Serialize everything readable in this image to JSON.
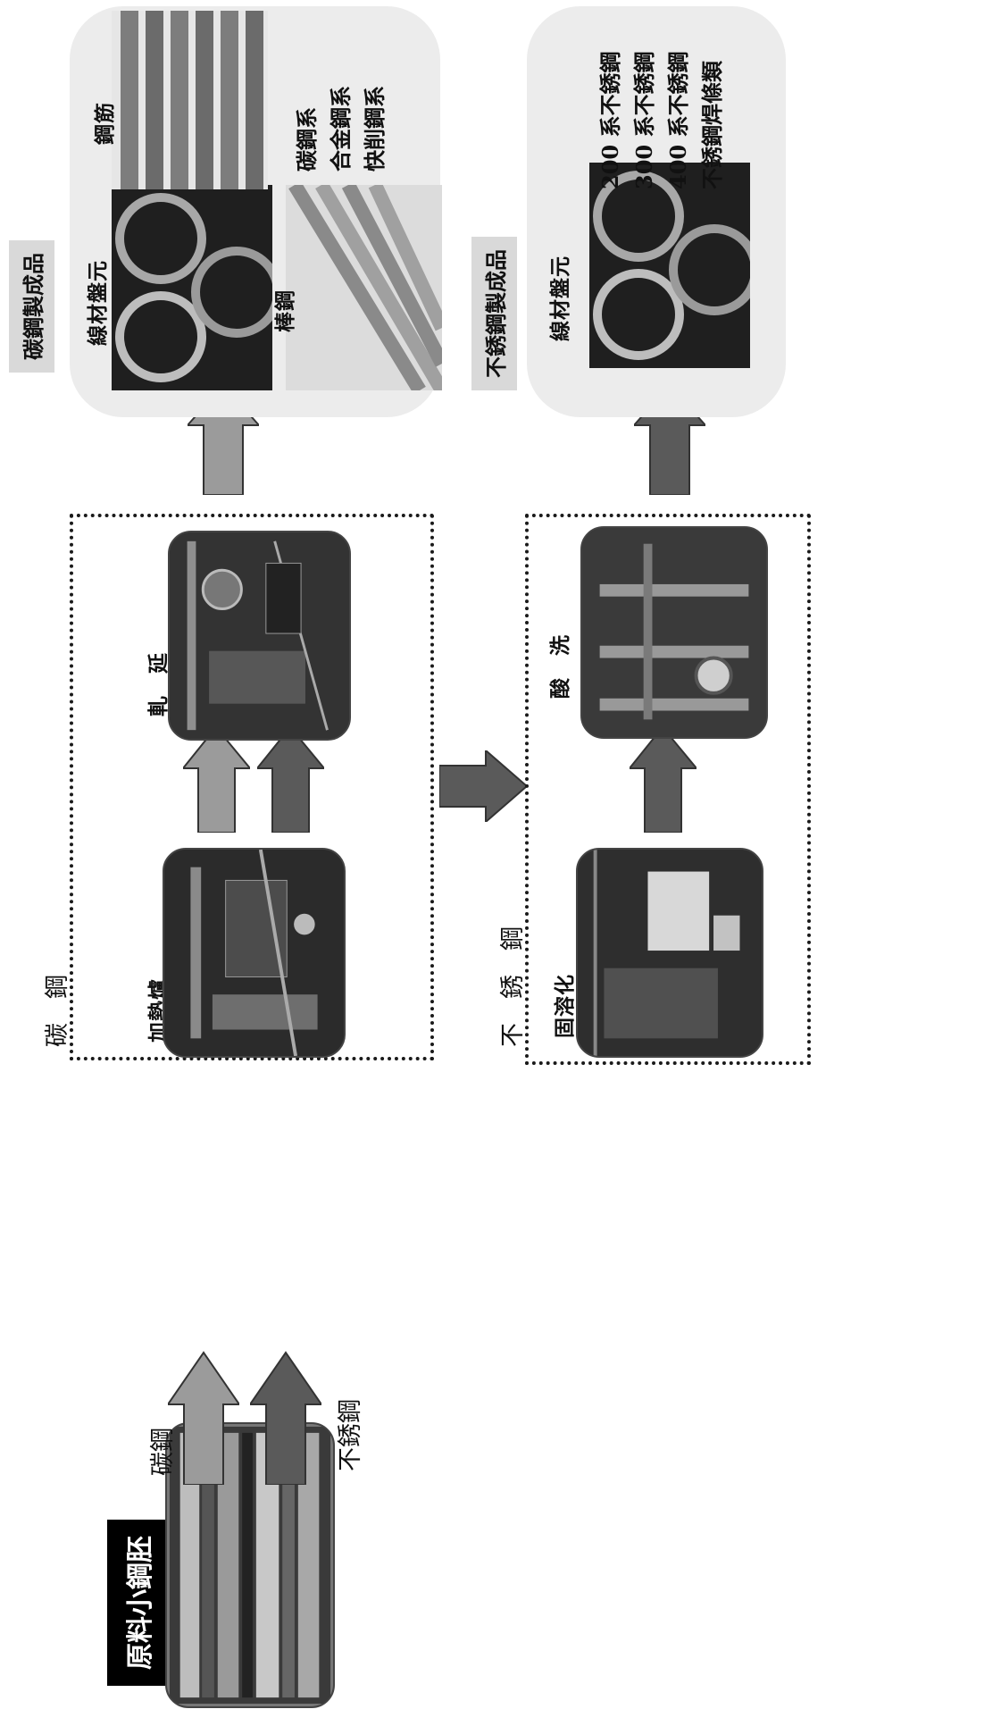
{
  "raw_material": {
    "label": "原料小鋼胚",
    "photo_icon": "steel-billets-photo"
  },
  "input_arrows": {
    "carbon_label": "碳鋼",
    "stainless_label": "不銹鋼"
  },
  "carbon_process": {
    "title": "碳　鋼",
    "steps": [
      {
        "label": "加熱爐",
        "photo_icon": "furnace-photo"
      },
      {
        "label": "軋　延",
        "photo_icon": "rolling-mill-photo"
      }
    ]
  },
  "stainless_process": {
    "title": "不　銹　鋼",
    "steps": [
      {
        "label": "固溶化",
        "photo_icon": "solution-treatment-photo"
      },
      {
        "label": "酸　洗",
        "photo_icon": "pickling-photo"
      }
    ]
  },
  "carbon_products": {
    "heading": "碳鋼製成品",
    "items": [
      {
        "label": "線材盤元",
        "photo_icon": "wire-rod-coil-photo"
      },
      {
        "label": "鋼筋",
        "photo_icon": "rebar-photo"
      },
      {
        "label": "棒鋼",
        "photo_icon": "steel-bar-photo"
      }
    ],
    "grades": [
      "碳鋼系",
      "合金鋼系",
      "快削鋼系"
    ]
  },
  "stainless_products": {
    "heading": "不銹鋼製成品",
    "items": [
      {
        "label": "線材盤元",
        "photo_icon": "wire-rod-coil-photo"
      }
    ],
    "grades": [
      "200 系不銹鋼",
      "300 系不銹鋼",
      "400 系不銹鋼",
      "不銹鋼焊條類"
    ]
  },
  "colors": {
    "carbon_arrow": "#9b9b9b",
    "stainless_arrow": "#5a5a5a",
    "panel": "#ececec",
    "tag": "#d9d9d9"
  }
}
